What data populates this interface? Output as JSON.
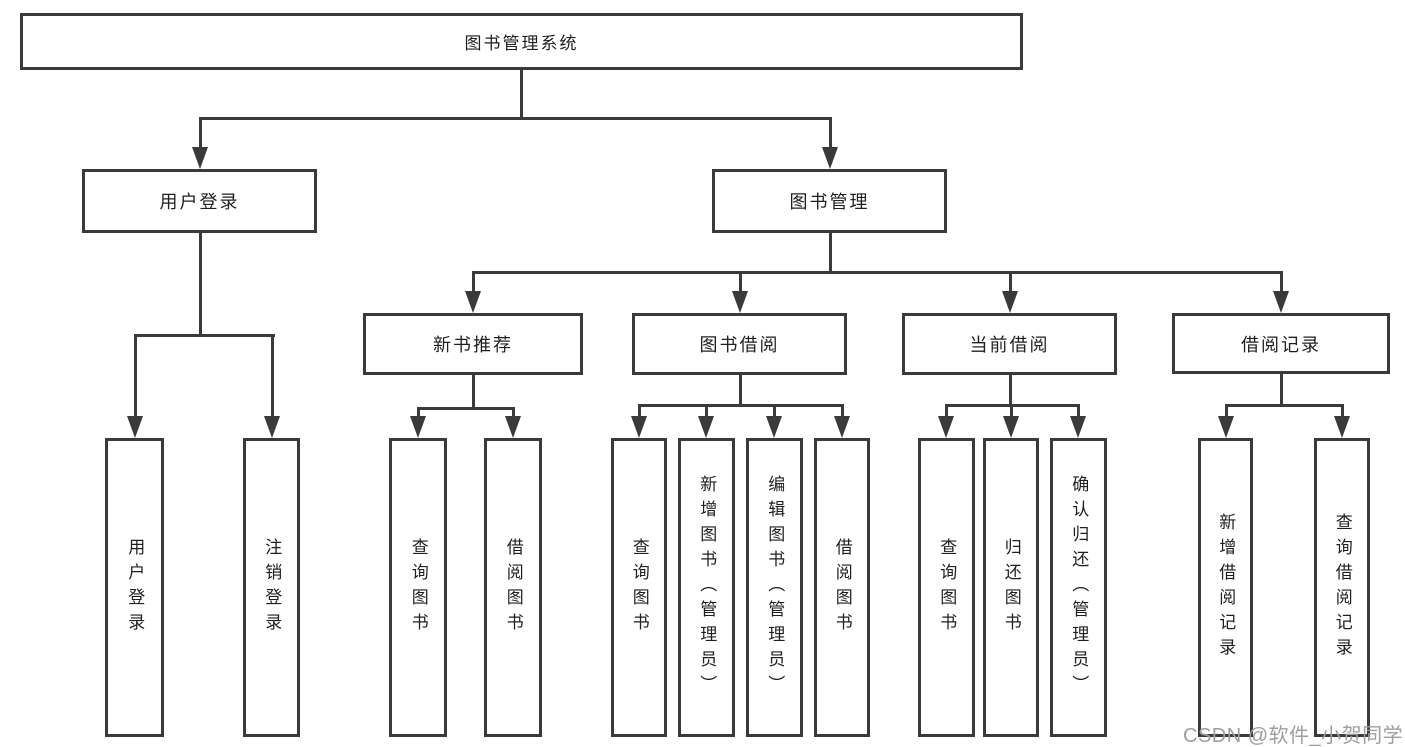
{
  "colors": {
    "line": "#3a3a3c",
    "text": "#1f1f1f",
    "watermark": "#9e9e9e",
    "background": "#ffffff"
  },
  "root": {
    "label": "图书管理系统"
  },
  "level2": {
    "user_login": "用户登录",
    "book_mgmt": "图书管理"
  },
  "level3": {
    "new_book_rec": "新书推荐",
    "book_borrow": "图书借阅",
    "current_borrow": "当前借阅",
    "borrow_records": "借阅记录"
  },
  "leaves": {
    "under_user_login": [
      "用户登录",
      "注销登录"
    ],
    "under_new_book_rec": [
      "查询图书",
      "借阅图书"
    ],
    "under_book_borrow": [
      "查询图书",
      "新增图书（管理员）",
      "编辑图书（管理员）",
      "借阅图书"
    ],
    "under_current_borrow": [
      "查询图书",
      "归还图书",
      "确认归还（管理员）"
    ],
    "under_borrow_records": [
      "新增借阅记录",
      "查询借阅记录"
    ]
  },
  "watermark": "CSDN @软件_小贺同学"
}
